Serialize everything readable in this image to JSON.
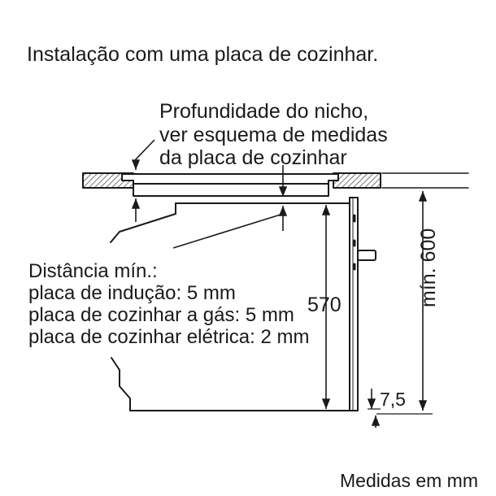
{
  "title": "Instalação com uma placa de cozinhar.",
  "niche_callout": {
    "line1": "Profundidade do nicho,",
    "line2": "ver esquema de medidas",
    "line3": "da placa de cozinhar"
  },
  "min_distance": {
    "heading": "Distância mín.:",
    "induction": "placa de indução: 5 mm",
    "gas": "placa de cozinhar a gás: 5 mm",
    "electric": "placa de cozinhar elétrica: 2 mm"
  },
  "dimensions": {
    "oven_height": "570",
    "niche_height": "mín. 600",
    "gap": "7,5"
  },
  "units_note": "Medidas em mm",
  "colors": {
    "line": "#1a1a1a",
    "hatch": "#555555"
  }
}
